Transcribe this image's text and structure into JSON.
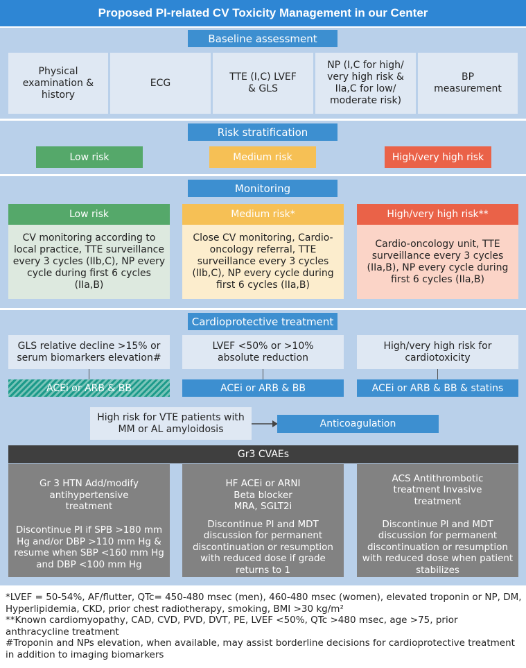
{
  "title": "Proposed PI-related CV Toxicity Management in our Center",
  "colors": {
    "blue": "#3d8fd0",
    "title_bar": "#2e86d4",
    "band": "#b9d0ea",
    "light_box": "#dfe8f3",
    "low": "#55a86a",
    "medium": "#f6c055",
    "high": "#ea6248",
    "low_body": "#dde9df",
    "medium_body": "#fcedcd",
    "high_body": "#fbd4c7",
    "dark_bar": "#3f3f3f",
    "gray_box": "#828282"
  },
  "baseline": {
    "header": "Baseline assessment",
    "items": [
      "Physical examination & history",
      "ECG",
      "TTE (I,C) LVEF & GLS",
      "NP (I,C for high/ very high risk & IIa,C for low/ moderate risk)",
      "BP measurement"
    ]
  },
  "risk": {
    "header": "Risk stratification",
    "low": "Low risk",
    "medium": "Medium risk",
    "high": "High/very high risk"
  },
  "monitoring": {
    "header": "Monitoring",
    "low": {
      "title": "Low risk",
      "body": "CV monitoring according to local practice, TTE surveillance every 3 cycles (IIb,C), NP every cycle during first 6 cycles (IIa,B)"
    },
    "medium": {
      "title": "Medium risk*",
      "body": "Close CV monitoring, Cardio-oncology referral, TTE surveillance every 3 cycles (IIb,C), NP every cycle during first 6 cycles (IIa,B)"
    },
    "high": {
      "title": "High/very high risk**",
      "body": "Cardio-oncology unit, TTE surveillance every 3 cycles (IIa,B), NP every cycle during first 6 cycles (IIa,B)"
    }
  },
  "cardio": {
    "header": "Cardioprotective treatment",
    "cond1": "GLS relative decline >15% or serum biomarkers elevation#",
    "cond2": "LVEF <50% or >10% absolute reduction",
    "cond3": "High/very high risk for cardiotoxicity",
    "tx1": "ACEi or ARB & BB",
    "tx2": "ACEi or ARB & BB",
    "tx3": "ACEi or ARB & BB & statins",
    "vte": "High risk for VTE patients with MM or AL amyloidosis",
    "anticoag": "Anticoagulation"
  },
  "cvae": {
    "header": "Gr3 CVAEs",
    "htn": {
      "top": "Gr 3 HTN Add/modify antihypertensive treatment",
      "bottom": "Discontinue PI if SPB >180 mm Hg and/or DBP >110 mm Hg & resume when SBP <160 mm Hg and DBP <100 mm Hg"
    },
    "hf": {
      "top": "HF ACEi or ARNI Beta blocker MRA, SGLT2i",
      "bottom": "Discontinue PI and MDT discussion for permanent discontinuation or resumption with reduced dose if grade returns to 1"
    },
    "acs": {
      "top": "ACS Antithrombotic treatment Invasive treatment",
      "bottom": "Discontinue Pl and MDT discussion for permanent discontinuation or resumption with reduced dose when patient stabilizes"
    }
  },
  "footnotes": [
    "*LVEF = 50-54%, AF/flutter, QTc= 450-480 msec (men), 460-480 msec (women), elevated troponin or NP, DM, Hyperlipidemia, CKD, prior chest radiotherapy, smoking, BMI >30 kg/m²",
    "**Known cardiomyopathy, CAD, CVD, PVD, DVT, PE, LVEF <50%, QTc >480 msec, age >75, prior anthracycline treatment",
    "#Troponin and NPs elevation, when available, may assist borderline decisions for cardioprotective treatment in addition to imaging biomarkers"
  ]
}
